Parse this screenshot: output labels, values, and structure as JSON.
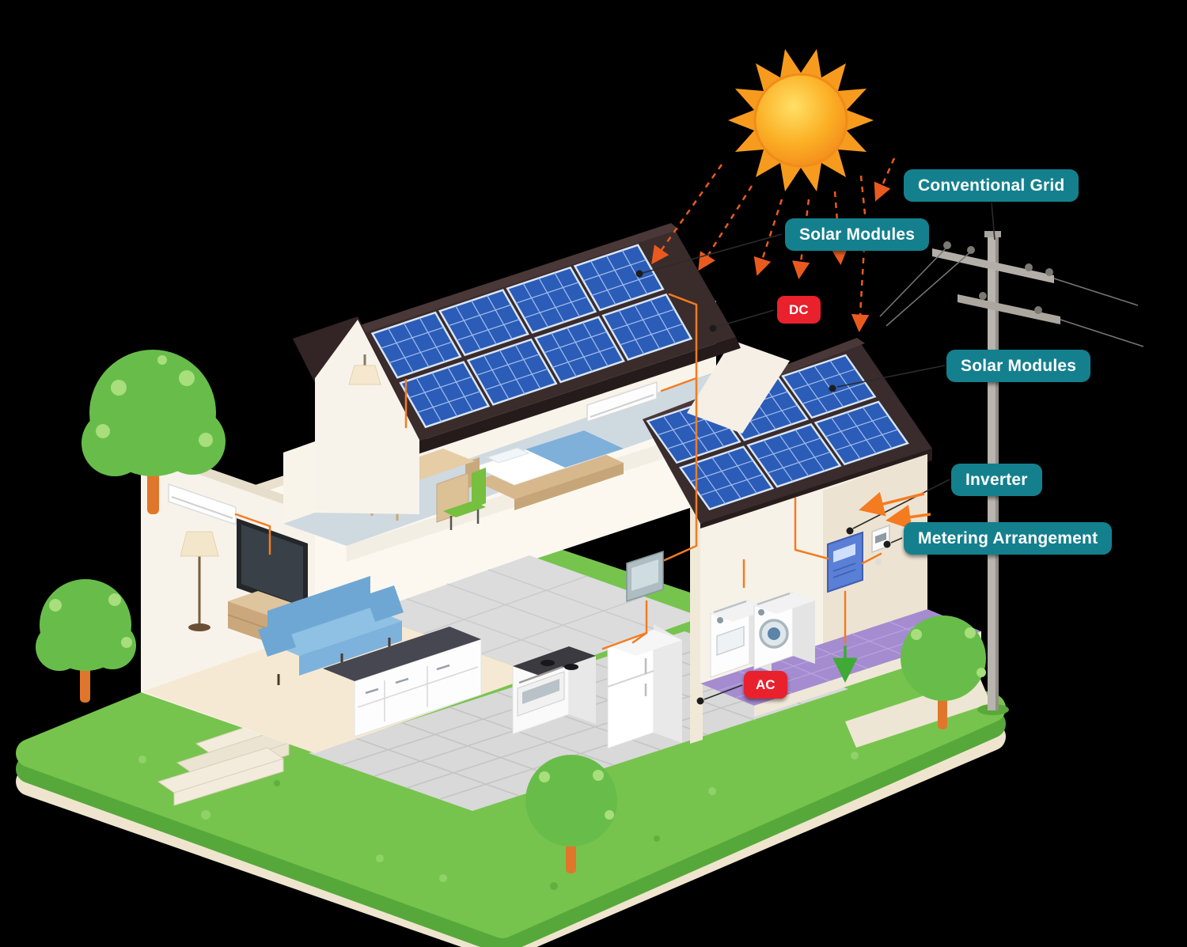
{
  "callouts": {
    "conventional_grid": "Conventional Grid",
    "solar_modules_main": "Solar Modules",
    "solar_modules_garage": "Solar Modules",
    "inverter": "Inverter",
    "metering_arrangement": "Metering Arrangement"
  },
  "badges": {
    "dc": "DC",
    "ac": "AC"
  },
  "colors": {
    "callout_bg": "#14808e",
    "badge_bg": "#e8212d",
    "sun": "#f7941d",
    "solar_panel": "#2b5cb8",
    "roof": "#3b2c2c",
    "grass": "#76c44d",
    "wire": "#f47b20",
    "laundry_floor": "#a58bd0"
  }
}
